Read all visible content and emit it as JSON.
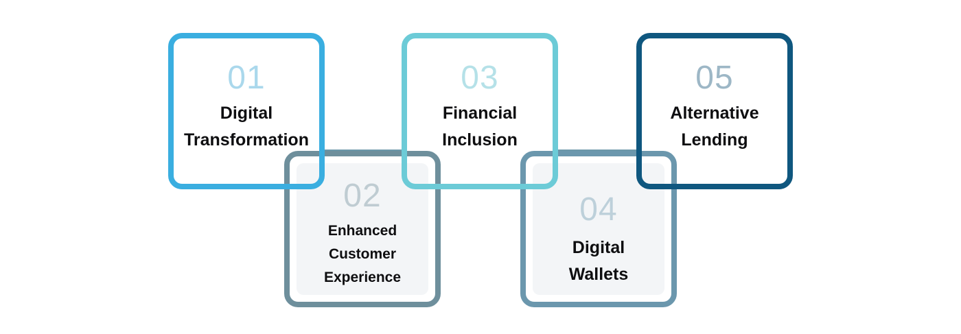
{
  "steps": [
    {
      "number": "01",
      "title_lines": [
        "Digital",
        "Transformation"
      ],
      "color": "#3aaee0",
      "number_color": "#aad8ec"
    },
    {
      "number": "02",
      "title_lines": [
        "Enhanced",
        "Customer",
        "Experience"
      ],
      "color": "#6e8f9c",
      "number_color": "#bfccd2"
    },
    {
      "number": "03",
      "title_lines": [
        "Financial",
        "Inclusion"
      ],
      "color": "#6ccbd7",
      "number_color": "#b5e1e8"
    },
    {
      "number": "04",
      "title_lines": [
        "Digital",
        "Wallets"
      ],
      "color": "#6b97ad",
      "number_color": "#bdd0da"
    },
    {
      "number": "05",
      "title_lines": [
        "Alternative",
        "Lending"
      ],
      "color": "#0f577f",
      "number_color": "#9db7c6"
    }
  ]
}
